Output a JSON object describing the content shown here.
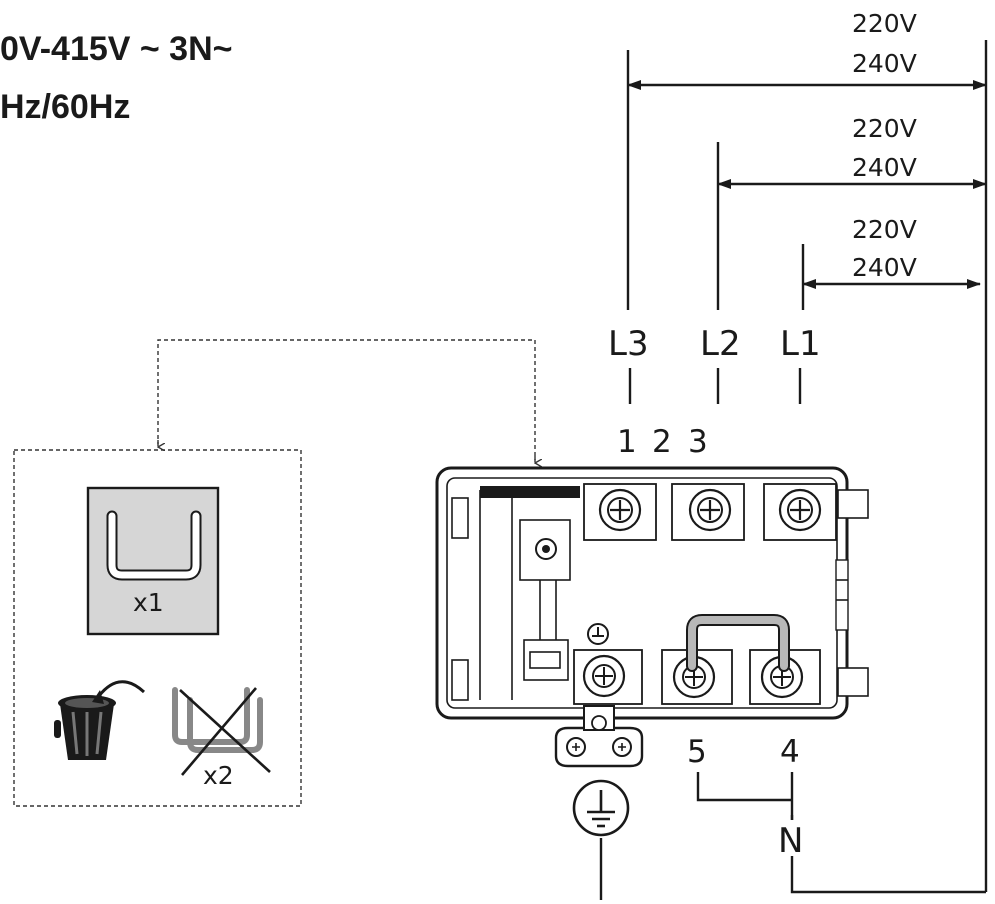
{
  "header": {
    "voltage_line": "0V-415V ~   3N~",
    "frequency_line": "Hz/60Hz"
  },
  "voltage_spans": [
    {
      "from": "L3",
      "top": "220V",
      "bottom": "240V"
    },
    {
      "from": "L2",
      "top": "220V",
      "bottom": "240V"
    },
    {
      "from": "L1",
      "top": "220V",
      "bottom": "240V"
    }
  ],
  "phases": [
    "L3",
    "L2",
    "L1"
  ],
  "terminals_top": [
    "1",
    "2",
    "3"
  ],
  "terminals_bottom": [
    "5",
    "4"
  ],
  "neutral": "N",
  "bridge_panel": {
    "keep_count": "x1",
    "discard_count": "x2"
  },
  "icons": [
    "earth-symbol-icon",
    "trash-bin-icon",
    "crossed-bridges-icon",
    "terminal-screw-icon"
  ]
}
